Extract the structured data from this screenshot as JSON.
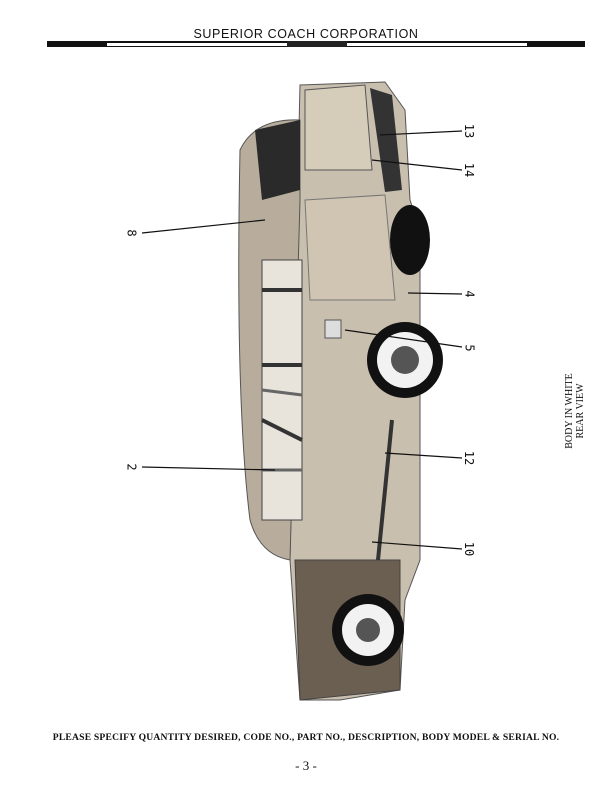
{
  "header": {
    "title": "SUPERIOR COACH CORPORATION"
  },
  "callouts": [
    "13",
    "14",
    "8",
    "4",
    "5",
    "2",
    "12",
    "10"
  ],
  "caption": {
    "line1": "BODY IN WHITE",
    "line2": "REAR VIEW"
  },
  "footer": {
    "instruction": "PLEASE SPECIFY QUANTITY DESIRED, CODE NO., PART NO., DESCRIPTION, BODY MODEL & SERIAL NO.",
    "page_number": "- 3 -"
  }
}
